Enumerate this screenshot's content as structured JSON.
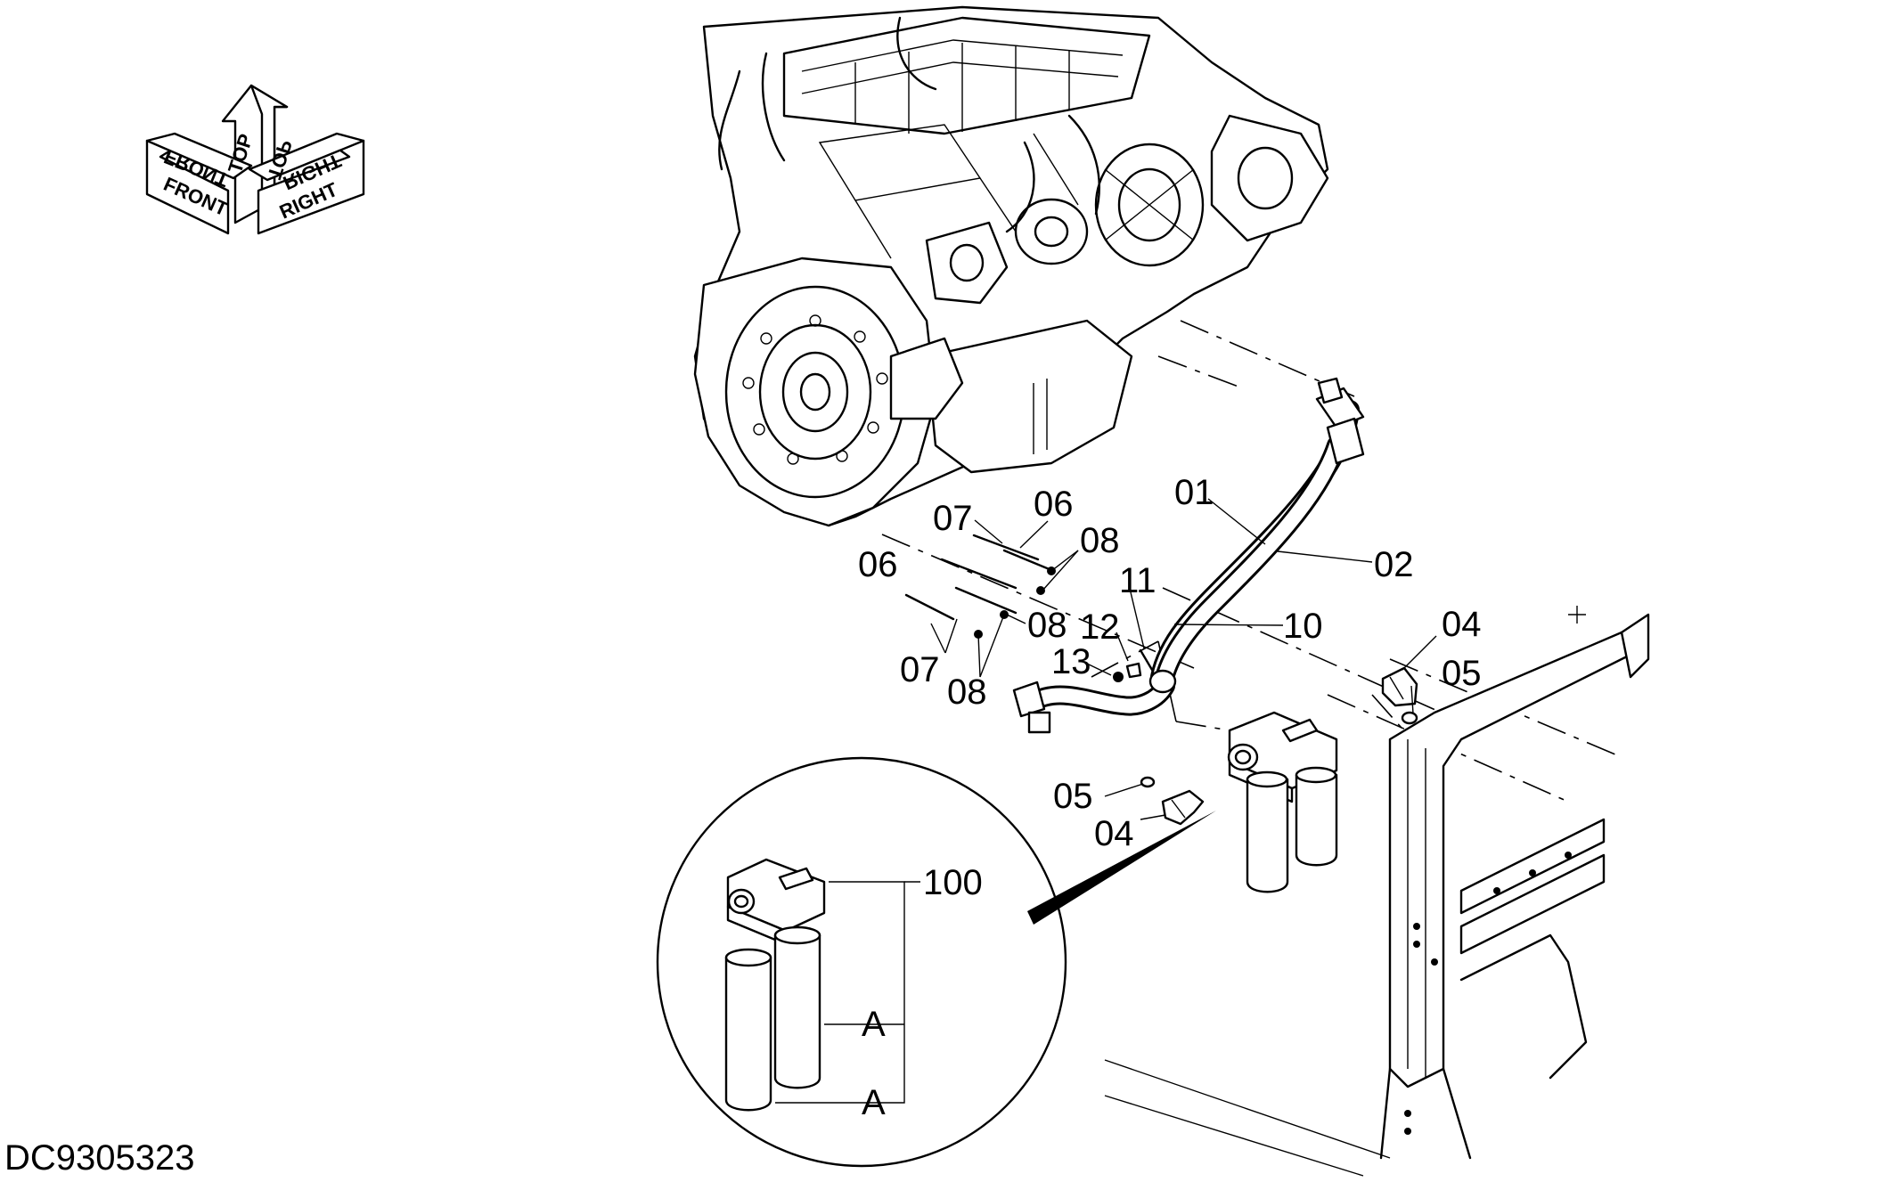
{
  "document_id": "DC9305323",
  "orientation_symbol": {
    "labels": [
      "FRONT",
      "TOP",
      "RIGHT",
      "FRONT",
      "TOP",
      "RIGHT"
    ]
  },
  "callouts": {
    "c01": "01",
    "c02": "02",
    "c04a": "04",
    "c04b": "04",
    "c05a": "05",
    "c05b": "05",
    "c06a": "06",
    "c06b": "06",
    "c07a": "07",
    "c07b": "07",
    "c08a": "08",
    "c08b": "08",
    "c08c": "08",
    "c10": "10",
    "c11": "11",
    "c12": "12",
    "c13": "13",
    "c100": "100",
    "cA1": "A",
    "cA2": "A"
  }
}
